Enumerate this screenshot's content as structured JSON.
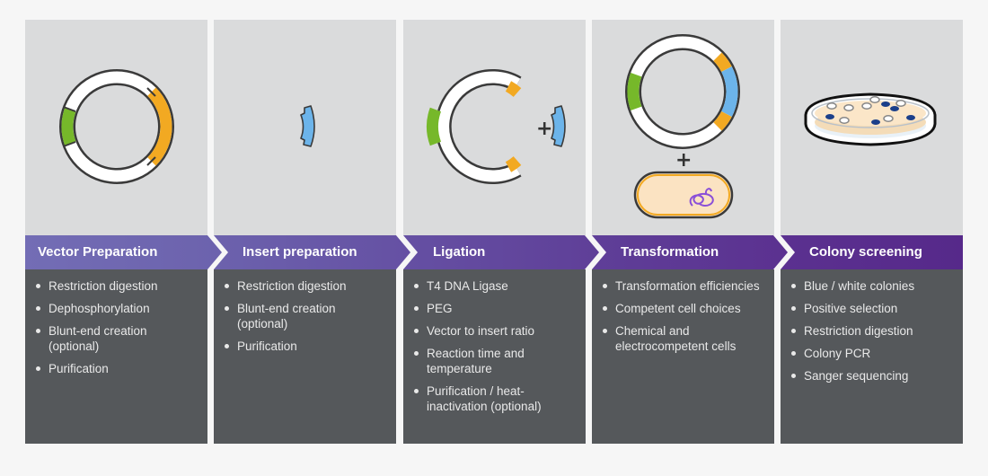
{
  "colors": {
    "header_start": "#6e66b0",
    "header_end": "#5a2a86",
    "image_bg": "#dadbdc",
    "body_bg": "#55585b",
    "page_bg": "#f6f6f6",
    "green": "#76b82a",
    "orange": "#f2a922",
    "blue": "#6cb4ea",
    "cell_fill": "#fbe3c2",
    "dna_purple": "#8a4fd8",
    "colony_blue": "#1b3f8a"
  },
  "steps": [
    {
      "title": "Vector Preparation",
      "illustration": "linearized-plasmid-vector",
      "items": [
        "Restriction digestion",
        "Dephosphorylation",
        "Blunt-end creation (optional)",
        "Purification"
      ]
    },
    {
      "title": "Insert preparation",
      "illustration": "dna-insert-fragment",
      "items": [
        "Restriction digestion",
        "Blunt-end creation (optional)",
        "Purification"
      ]
    },
    {
      "title": "Ligation",
      "illustration": "open-vector-plus-insert",
      "plus_sign": "+",
      "items": [
        "T4 DNA Ligase",
        "PEG",
        "Vector to insert ratio",
        "Reaction time and temperature",
        "Purification / heat-inactivation (optional)"
      ]
    },
    {
      "title": "Transformation",
      "illustration": "recombinant-plasmid-plus-cell",
      "plus_sign": "+",
      "items": [
        "Transformation efficiencies",
        "Competent cell choices",
        "Chemical and electrocompetent cells"
      ]
    },
    {
      "title": "Colony screening",
      "illustration": "petri-dish-colonies",
      "items": [
        "Blue / white colonies",
        "Positive selection",
        "Restriction digestion",
        "Colony PCR",
        "Sanger sequencing"
      ]
    }
  ]
}
